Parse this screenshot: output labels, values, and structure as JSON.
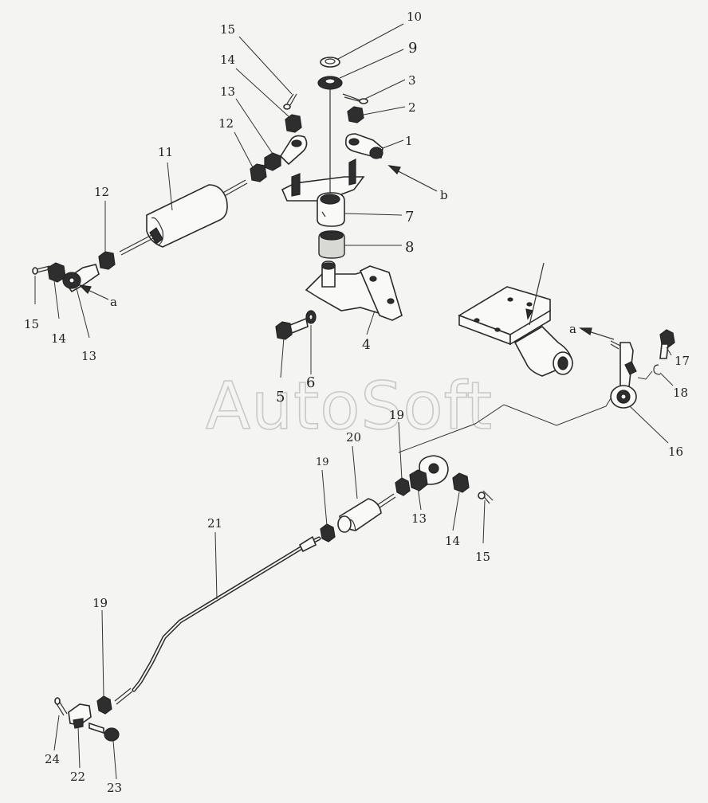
{
  "watermark": "AutoSoft",
  "labels": {
    "n1": "1",
    "n2": "2",
    "n3": "3",
    "n4": "4",
    "n5": "5",
    "n6": "6",
    "n7": "7",
    "n8": "8",
    "n9": "9",
    "n10": "10",
    "n11": "11",
    "n12a": "12",
    "n12b": "12",
    "n13a": "13",
    "n13b": "13",
    "n13c": "13",
    "n14a": "14",
    "n14b": "14",
    "n14c": "14",
    "n15a": "15",
    "n15b": "15",
    "n15c": "15",
    "n16": "16",
    "n17": "17",
    "n18": "18",
    "n19a": "19",
    "n19b": "19",
    "n19c": "19",
    "n20": "20",
    "n21": "21",
    "n22": "22",
    "n23": "23",
    "n24": "24",
    "arrow_a1": "a",
    "arrow_a2": "a",
    "arrow_b": "b"
  }
}
